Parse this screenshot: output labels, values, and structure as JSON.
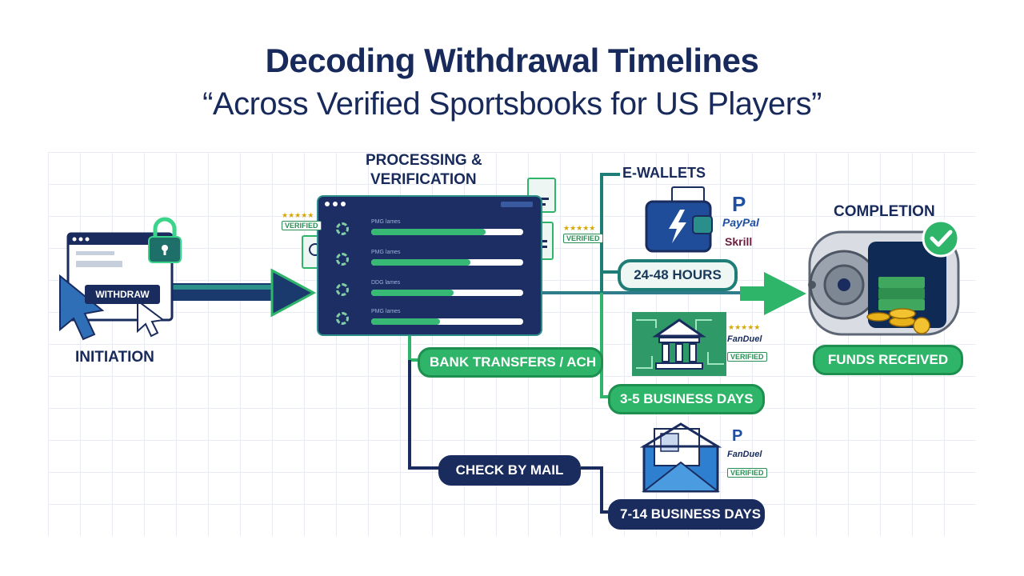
{
  "header": {
    "title": "Decoding Withdrawal Timelines",
    "subtitle": "“Across Verified Sportsbooks for US Players”"
  },
  "stages": {
    "initiation": {
      "label": "INITIATION",
      "button": "WITHDRAW"
    },
    "processing": {
      "label_line1": "PROCESSING &",
      "label_line2": "VERIFICATION"
    },
    "completion": {
      "label": "COMPLETION",
      "status": "FUNDS RECEIVED"
    }
  },
  "methods": {
    "ewallets": {
      "label": "E-WALLETS",
      "time": "24-48 HOURS",
      "brands": [
        "PayPal",
        "Skrill"
      ]
    },
    "bank": {
      "label": "BANK TRANSFERS / ACH",
      "time": "3-5 BUSINESS DAYS",
      "brand": "FanDuel"
    },
    "check": {
      "label": "CHECK BY MAIL",
      "time": "7-14 BUSINESS DAYS",
      "brand": "FanDuel"
    }
  },
  "badges": {
    "verified": "VERIFIED",
    "stars": "★★★★★"
  },
  "processing_rows": [
    {
      "text": "PMG lames",
      "progress": 0.75
    },
    {
      "text": "PMG lames",
      "progress": 0.65
    },
    {
      "text": "DDG lames",
      "progress": 0.54
    },
    {
      "text": "PMG lames",
      "progress": 0.45
    }
  ],
  "colors": {
    "navy": "#1a2b5e",
    "green": "#2fb56a",
    "teal": "#1f7d77"
  },
  "icons": [
    "browser-window-icon",
    "padlock-icon",
    "cursor-icon",
    "document-icon",
    "wallet-icon",
    "bank-icon",
    "envelope-icon",
    "vault-icon",
    "checkmark-icon",
    "coins-icon"
  ]
}
